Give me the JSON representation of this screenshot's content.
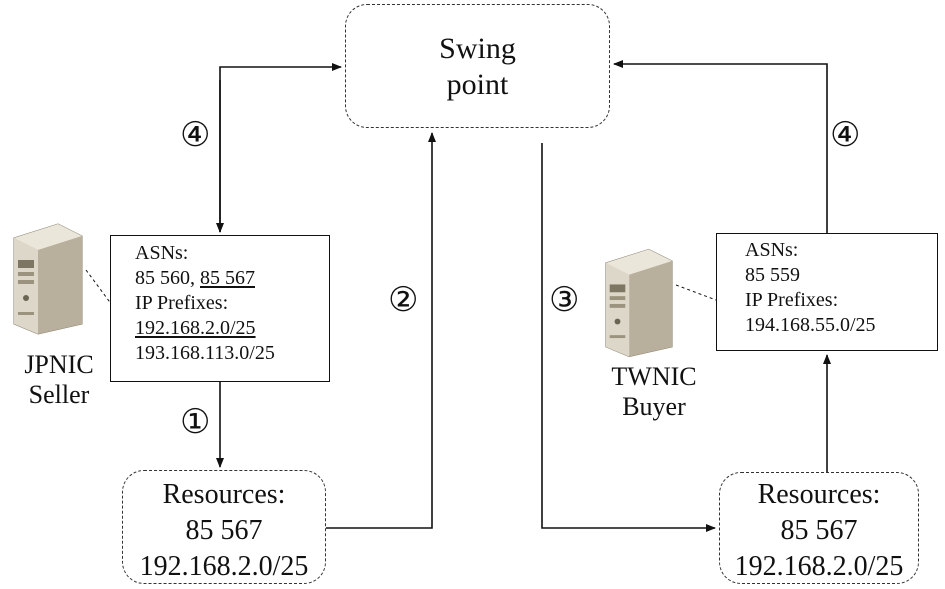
{
  "swing_point": {
    "line1": "Swing",
    "line2": "point"
  },
  "steps": {
    "s1": "①",
    "s2": "②",
    "s3": "③",
    "s4": "④"
  },
  "seller": {
    "name_line1": "JPNIC",
    "name_line2": "Seller",
    "info": {
      "asns_label": "ASNs:",
      "asn_a": "85 560, ",
      "asn_b": "85 567",
      "prefixes_label": "IP Prefixes:",
      "prefix_a": "192.168.2.0/25",
      "prefix_b": "193.168.113.0/25"
    },
    "resources": {
      "title": "Resources:",
      "asn": "85 567",
      "prefix": "192.168.2.0/25"
    }
  },
  "buyer": {
    "name_line1": "TWNIC",
    "name_line2": "Buyer",
    "info": {
      "asns_label": "ASNs:",
      "asn": "85 559",
      "prefixes_label": "IP Prefixes:",
      "prefix": "194.168.55.0/25"
    },
    "resources": {
      "title": "Resources:",
      "asn": "85 567",
      "prefix": "192.168.2.0/25"
    }
  },
  "icons": {
    "seller_server": "server-tower-icon",
    "buyer_server": "server-tower-icon"
  },
  "colors": {
    "line": "#111111",
    "box_border": "#333333",
    "server_body": "#d8d2c4"
  }
}
